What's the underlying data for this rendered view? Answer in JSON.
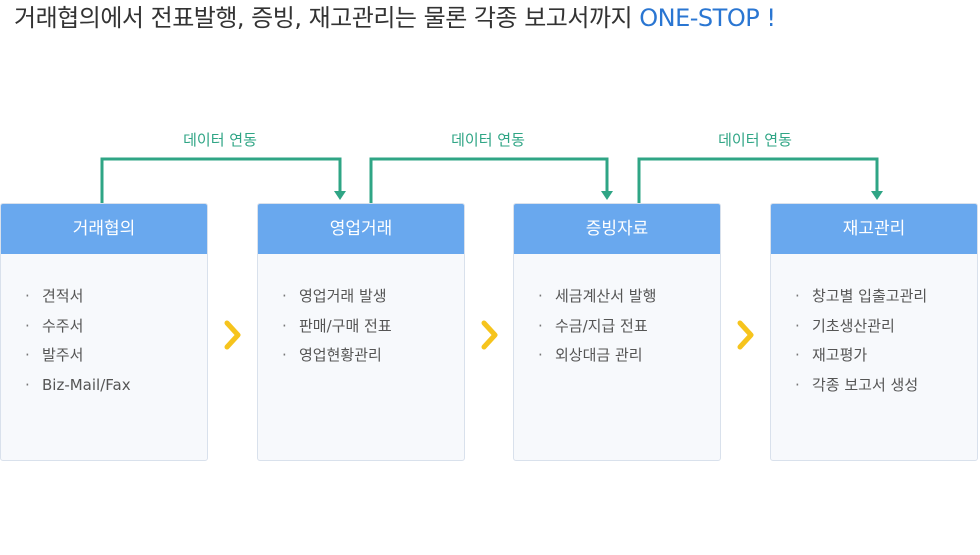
{
  "headline": {
    "text": "거래협의에서 전표발행, 증빙, 재고관리는 물론 각종 보고서까지",
    "accent": "ONE-STOP !"
  },
  "link_label": "데이터 연동",
  "colors": {
    "header": "#69a8ee",
    "connector": "#2fa585",
    "chevron": "#f6c41d",
    "accent": "#2a76d2"
  },
  "bullet": "·",
  "cards": [
    {
      "title": "거래협의",
      "items": [
        "견적서",
        "수주서",
        "발주서",
        "Biz-Mail/Fax"
      ]
    },
    {
      "title": "영업거래",
      "items": [
        "영업거래 발생",
        "판매/구매 전표",
        "영업현황관리"
      ]
    },
    {
      "title": "증빙자료",
      "items": [
        "세금계산서 발행",
        "수금/지급 전표",
        "외상대금 관리"
      ]
    },
    {
      "title": "재고관리",
      "items": [
        "창고별 입출고관리",
        "기초생산관리",
        "재고평가",
        "각종 보고서 생성"
      ]
    }
  ]
}
